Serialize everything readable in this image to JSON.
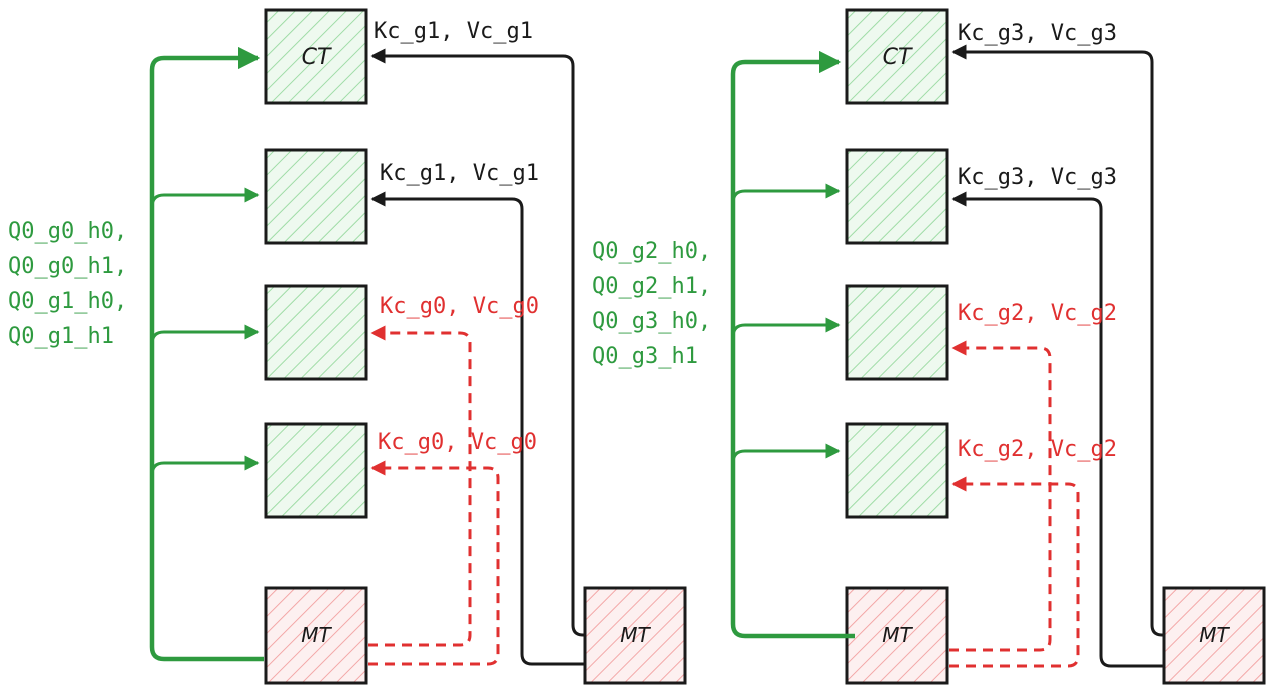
{
  "colors": {
    "green": "#2e9a3f",
    "red": "#e03030",
    "black": "#1a1a1a",
    "ct_hatch": "#9fdca6",
    "ct_fill": "#eef9ef",
    "mt_hatch": "#f3a7a7",
    "mt_fill": "#fdf0f0"
  },
  "left": {
    "ct_label": "CT",
    "mt_left_label": "MT",
    "mt_right_label": "MT",
    "q_labels": [
      "Q0_g0_h0,",
      "Q0_g0_h1,",
      "Q0_g1_h0,",
      "Q0_g1_h1"
    ],
    "kv_black_1": "Kc_g1, Vc_g1",
    "kv_black_2": "Kc_g1, Vc_g1",
    "kv_red_1": "Kc_g0, Vc_g0",
    "kv_red_2": "Kc_g0, Vc_g0"
  },
  "right": {
    "ct_label": "CT",
    "mt_left_label": "MT",
    "mt_right_label": "MT",
    "q_labels": [
      "Q0_g2_h0,",
      "Q0_g2_h1,",
      "Q0_g3_h0,",
      "Q0_g3_h1"
    ],
    "kv_black_1": "Kc_g3, Vc_g3",
    "kv_black_2": "Kc_g3, Vc_g3",
    "kv_red_1": "Kc_g2, Vc_g2",
    "kv_red_2": "Kc_g2, Vc_g2"
  }
}
